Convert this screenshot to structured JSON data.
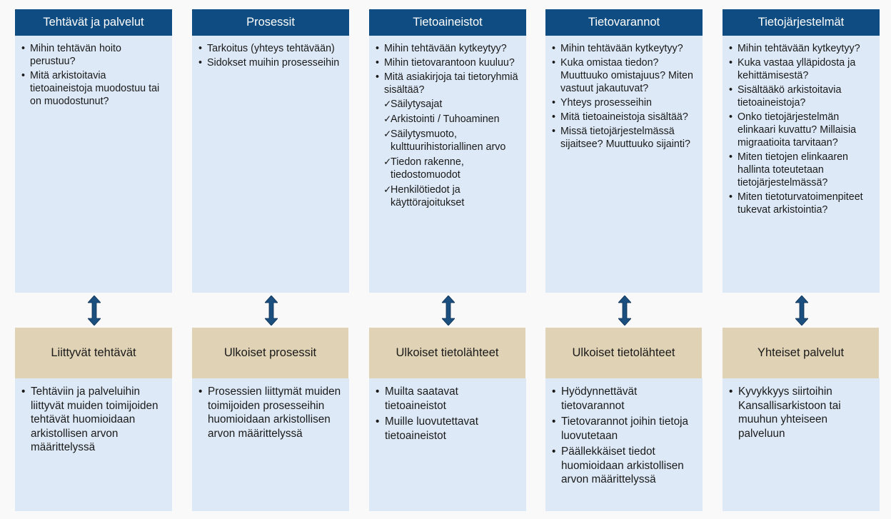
{
  "columns": [
    {
      "title": "Tehtävät ja palvelut",
      "items": [
        {
          "text": "Mihin tehtävän hoito perustuu?"
        },
        {
          "text": "Mitä arkistoitavia tietoaineistoja muodostuu tai on muodostunut?"
        }
      ],
      "bottom_title": "Liittyvät tehtävät",
      "bottom_items": [
        "Tehtäviin ja palveluihin liittyvät muiden toimijoiden tehtävät huomioidaan arkistollisen arvon määrittelyssä"
      ]
    },
    {
      "title": "Prosessit",
      "items": [
        {
          "text": "Tarkoitus (yhteys tehtävään)"
        },
        {
          "text": "Sidokset muihin prosesseihin"
        }
      ],
      "bottom_title": "Ulkoiset prosessit",
      "bottom_items": [
        "Prosessien liittymät muiden toimijoiden prosesseihin huomioidaan arkistollisen arvon määrittelyssä"
      ]
    },
    {
      "title": "Tietoaineistot",
      "items": [
        {
          "text": "Mihin tehtävään kytkeytyy?"
        },
        {
          "text": "Mihin tietovarantoon kuuluu?"
        },
        {
          "text": "Mitä asiakirjoja tai tietoryhmiä sisältää?"
        },
        {
          "text": "Säilytysajat",
          "sub": true
        },
        {
          "text": "Arkistointi / Tuhoaminen",
          "sub": true
        },
        {
          "text": "Säilytysmuoto, kulttuurihistoriallinen arvo",
          "sub": true
        },
        {
          "text": "Tiedon rakenne, tiedostomuodot",
          "sub": true
        },
        {
          "text": "Henkilötiedot ja käyttörajoitukset",
          "sub": true
        }
      ],
      "bottom_title": "Ulkoiset tietolähteet",
      "bottom_items": [
        "Muilta saatavat tietoaineistot",
        "Muille luovutettavat tietoaineistot"
      ]
    },
    {
      "title": "Tietovarannot",
      "items": [
        {
          "text": "Mihin tehtävään kytkeytyy?"
        },
        {
          "text": "Kuka omistaa tiedon? Muuttuuko omistajuus? Miten vastuut jakautuvat?"
        },
        {
          "text": "Yhteys prosesseihin"
        },
        {
          "text": "Mitä tietoaineistoja sisältää?"
        },
        {
          "text": "Missä tietojärjestelmässä sijaitsee? Muuttuuko sijainti?"
        }
      ],
      "bottom_title": "Ulkoiset tietolähteet",
      "bottom_items": [
        "Hyödynnettävät tietovarannot",
        "Tietovarannot joihin tietoja luovutetaan",
        "Päällekkäiset tiedot huomioidaan arkistollisen arvon määrittelyssä"
      ]
    },
    {
      "title": "Tietojärjestelmät",
      "items": [
        {
          "text": "Mihin tehtävään kytkeytyy?"
        },
        {
          "text": "Kuka vastaa ylläpidosta ja kehittämisestä?"
        },
        {
          "text": "Sisältääkö arkistoitavia tietoaineistoja?"
        },
        {
          "text": "Onko tietojärjestelmän elinkaari kuvattu? Millaisia migraatioita tarvitaan?"
        },
        {
          "text": "Miten tietojen elinkaaren hallinta toteutetaan tietojärjestelmässä?"
        },
        {
          "text": "Miten tietoturvatoimenpiteet tukevat arkistointia?"
        }
      ],
      "bottom_title": "Yhteiset palvelut",
      "bottom_items": [
        "Kyvykkyys siirtoihin Kansallisarkistoon tai muuhun yhteiseen palveluun"
      ]
    }
  ],
  "colors": {
    "header_blue": "#0f4c81",
    "panel_light_blue": "#dde9f6",
    "header_tan": "#e0d2b4",
    "arrow_fill": "#1b4f80"
  },
  "icons": {
    "connector": "double-headed-vertical-arrow-icon",
    "check": "check-mark-icon"
  }
}
